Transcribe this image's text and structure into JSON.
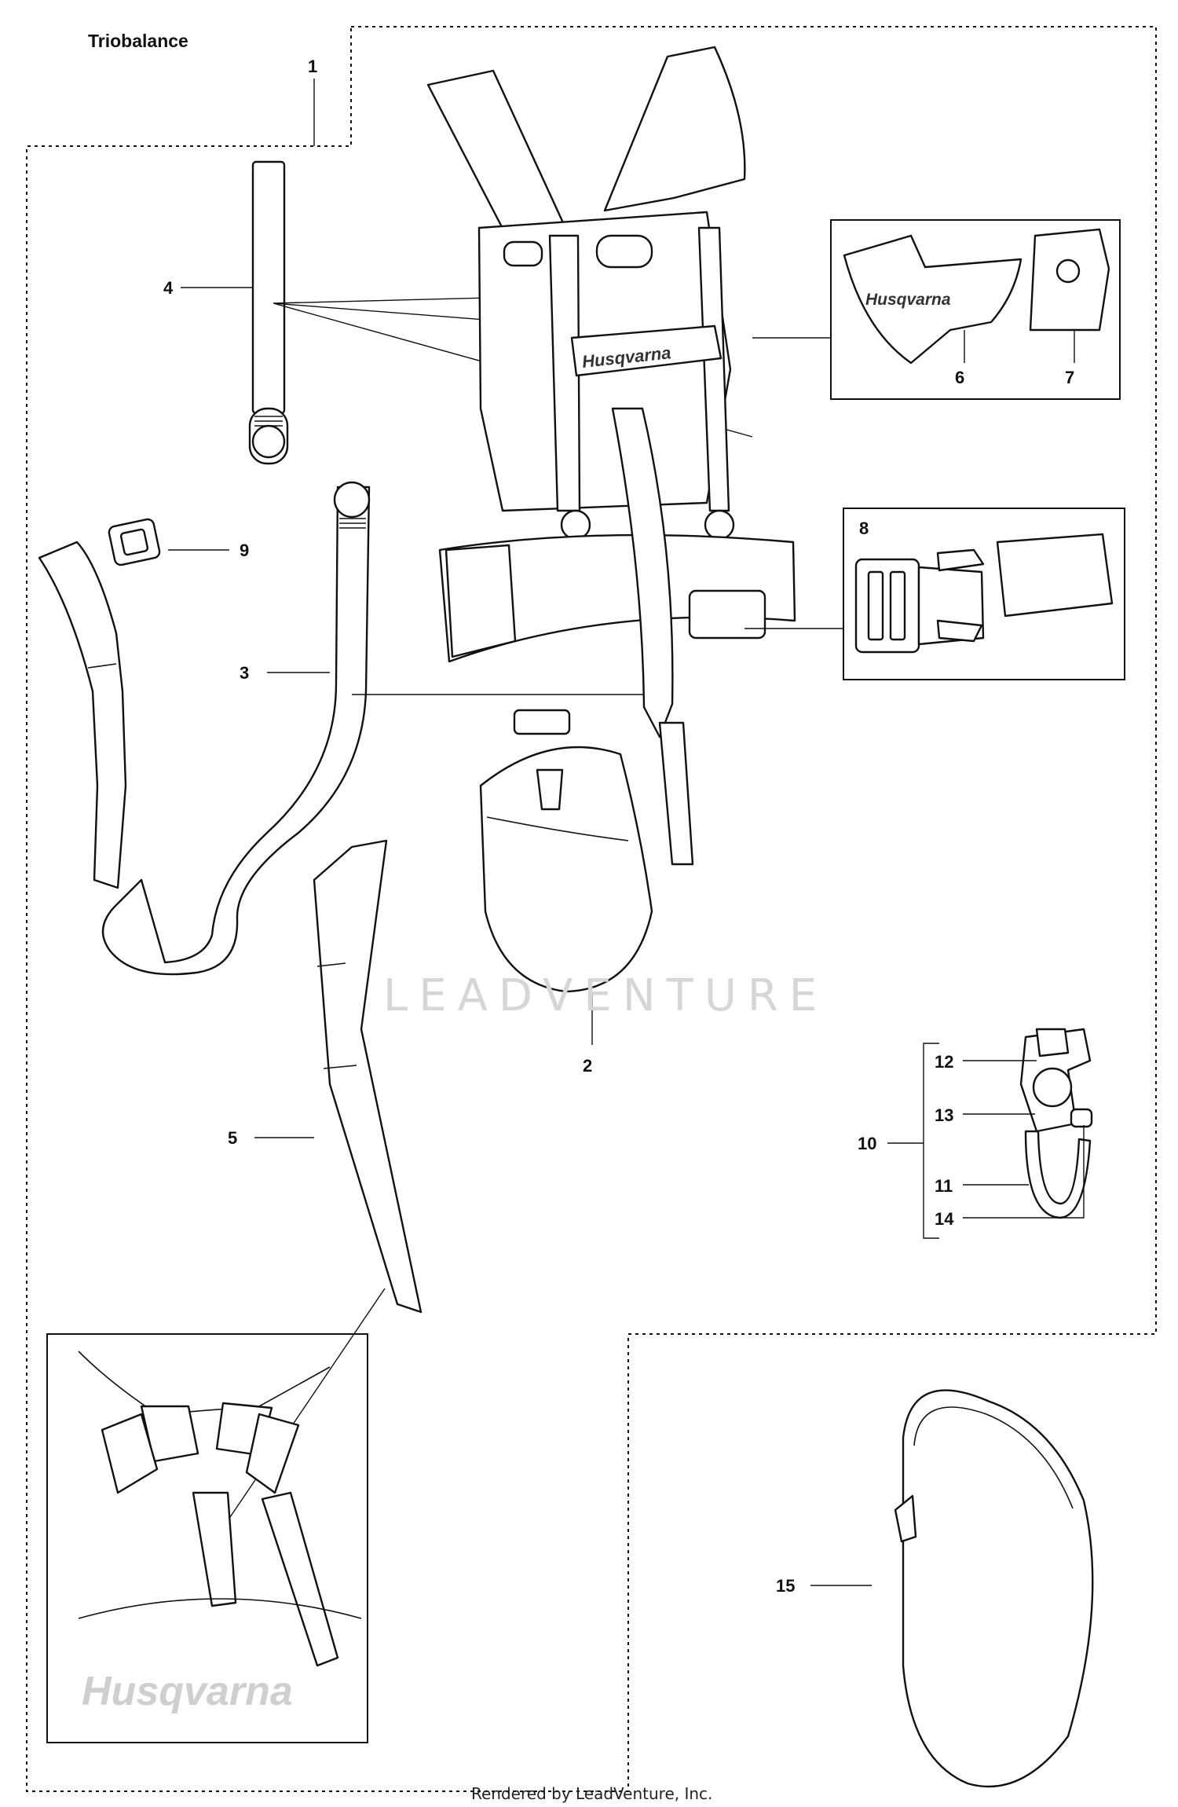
{
  "title": "Triobalance",
  "watermark": "LEADVENTURE",
  "footer": "Rendered by LeadVenture, Inc.",
  "brand_text": "Husqvarna",
  "brand_text_detail": "Husqvarna",
  "callouts": {
    "c1": "1",
    "c2": "2",
    "c3": "3",
    "c4": "4",
    "c5": "5",
    "c6": "6",
    "c7": "7",
    "c8": "8",
    "c9": "9",
    "c10": "10",
    "c11": "11",
    "c12": "12",
    "c13": "13",
    "c14": "14",
    "c15": "15"
  }
}
